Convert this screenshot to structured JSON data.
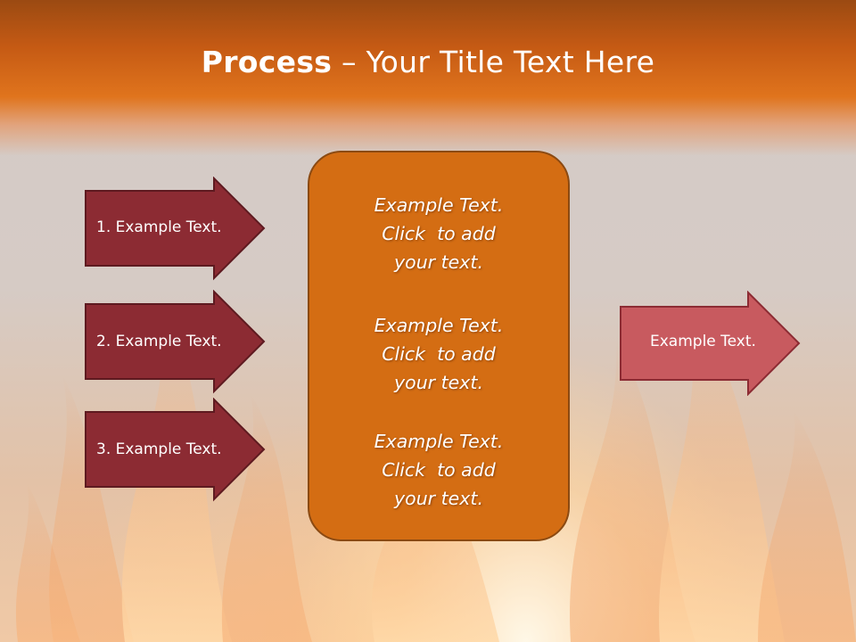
{
  "title": {
    "bold": "Process",
    "rest": " – Your Title Text Here"
  },
  "left_steps": [
    {
      "label": "1. Example Text."
    },
    {
      "label": "2. Example Text."
    },
    {
      "label": "3. Example Text."
    }
  ],
  "center_box": {
    "blocks": [
      {
        "lines": [
          "Example Text.",
          "Click  to add",
          "your text."
        ]
      },
      {
        "lines": [
          "Example Text.",
          "Click  to add",
          "your text."
        ]
      },
      {
        "lines": [
          "Example Text.",
          "Click  to add",
          "your text."
        ]
      }
    ]
  },
  "right_arrow": {
    "label": "Example Text."
  },
  "colors": {
    "header": "#e0741d",
    "left_arrow_fill": "#8c2b33",
    "right_arrow_fill": "#c85a5f",
    "center_box_fill": "#d46d13"
  }
}
